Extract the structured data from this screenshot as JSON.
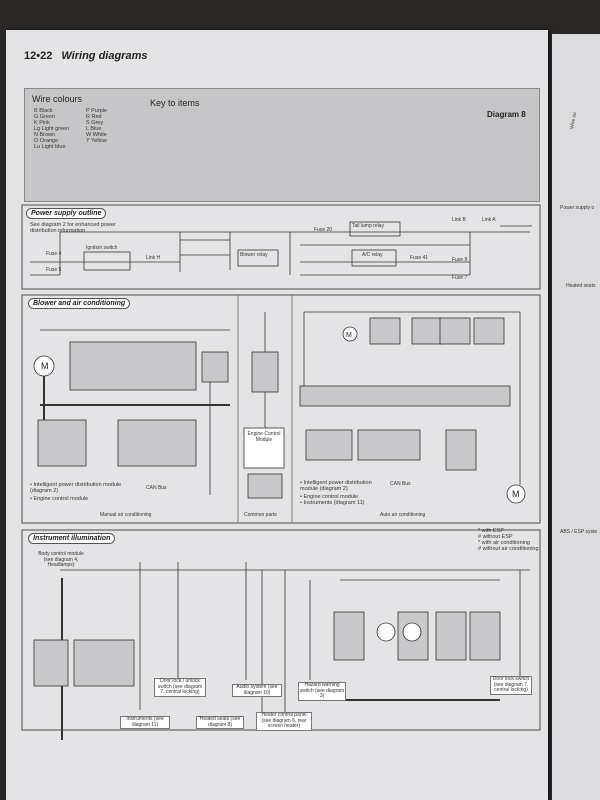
{
  "header": {
    "page_number": "12•22",
    "title": "Wiring diagrams"
  },
  "key": {
    "wire_colours_title": "Wire colours",
    "key_to_items_title": "Key to items",
    "diagram_label": "Diagram 8",
    "colours_left": [
      "B  Black",
      "G  Green",
      "K  Pink",
      "Lg  Light green",
      "N  Brown",
      "O  Orange",
      "Lu  Light blue"
    ],
    "colours_right": [
      "P  Purple",
      "R  Red",
      "S  Grey",
      "L  Blue",
      "W  White",
      "Y  Yellow"
    ]
  },
  "sections": {
    "power_supply": "Power supply outline",
    "power_note": "See diagram 2 for enhanced power distribution information",
    "blower": "Blower and air conditioning",
    "instrument": "Instrument illumination"
  },
  "power_labels": {
    "fuse4": "Fuse 4",
    "fuse5": "Fuse 5",
    "ignition_switch": "Ignition switch",
    "link_h": "Link H",
    "fuse_20": "Fuse 20",
    "tail_lamp_relay": "Tail lamp relay",
    "blower_relay": "Blower relay",
    "ac_relay": "A/C relay",
    "fuse_41": "Fuse 41",
    "fuse_9": "Fuse 9",
    "fuse_7": "Fuse 7",
    "link_b": "Link B",
    "link_a": "Link A"
  },
  "blower_labels": {
    "manual": "Manual air conditioning",
    "common": "Common parts",
    "auto": "Auto air conditioning",
    "ecm_box": "Engine Control Module",
    "can_bus": "CAN Bus",
    "notes_left": [
      "• Intelligent power distribution module (diagram 2)",
      "• Engine control module"
    ],
    "notes_right": [
      "• Intelligent power distribution module (diagram 2)",
      "• Engine control module",
      "• Instruments (diagram 11)"
    ]
  },
  "instrument_labels": {
    "body_control": "Body control module (see diagram 4, Headlamps)",
    "door_lock": "Door lock / unlock switch (see diagram 7, central locking)",
    "audio": "Audio system (see diagram 10)",
    "hazard": "Hazard warning switch (see diagram 3)",
    "instruments": "Instruments (see diagram 11)",
    "heated_seats": "Heated seats (see diagram 8)",
    "heater_panel": "Heater control panel (see diagram 6, rear screen heater)",
    "door_lock_right": "Door lock switch (see diagram 7, central locking)",
    "esp_notes": [
      "* with ESP",
      "# without ESP",
      "* with air conditioning",
      "# without air conditioning"
    ]
  },
  "right_page": {
    "labels": [
      "Wire co",
      "Power supply o",
      "Heated seats",
      "ABS / ESP syste"
    ]
  }
}
